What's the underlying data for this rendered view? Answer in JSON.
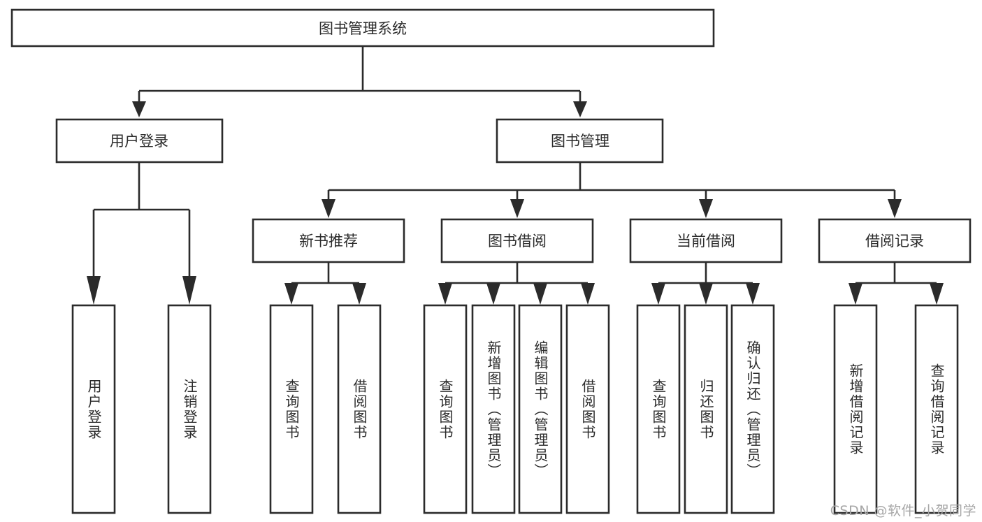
{
  "diagram": {
    "type": "tree",
    "title": "图书管理系统",
    "root": {
      "id": "root",
      "label": "图书管理系统",
      "orientation": "horizontal"
    },
    "nodes": {
      "root": "图书管理系统",
      "user_login": "用户登录",
      "book_mgmt": "图书管理",
      "new_book_rec": "新书推荐",
      "book_borrow": "图书借阅",
      "current_borrow": "当前借阅",
      "borrow_record": "借阅记录",
      "leaf_user_login": "用户登录",
      "leaf_user_logout": "注销登录",
      "leaf_query_book_1": "查询图书",
      "leaf_borrow_book_1": "借阅图书",
      "leaf_query_book_2": "查询图书",
      "leaf_add_book": "新增图书（管理员）",
      "leaf_edit_book": "编辑图书（管理员）",
      "leaf_borrow_book_2": "借阅图书",
      "leaf_query_book_3": "查询图书",
      "leaf_return_book": "归还图书",
      "leaf_confirm_return": "确认归还（管理员）",
      "leaf_add_record": "新增借阅记录",
      "leaf_query_record": "查询借阅记录"
    },
    "levels": [
      {
        "level": 1,
        "items": [
          {
            "key": "root",
            "label": "图书管理系统"
          }
        ]
      },
      {
        "level": 2,
        "items": [
          {
            "key": "user_login",
            "label": "用户登录"
          },
          {
            "key": "book_mgmt",
            "label": "图书管理"
          }
        ]
      },
      {
        "level": 3,
        "items": [
          {
            "key": "new_book_rec",
            "label": "新书推荐"
          },
          {
            "key": "book_borrow",
            "label": "图书借阅"
          },
          {
            "key": "current_borrow",
            "label": "当前借阅"
          },
          {
            "key": "borrow_record",
            "label": "借阅记录"
          }
        ]
      },
      {
        "level": 4,
        "items": [
          {
            "key": "leaf_user_login",
            "label": "用户登录",
            "parent": "user_login"
          },
          {
            "key": "leaf_user_logout",
            "label": "注销登录",
            "parent": "user_login"
          },
          {
            "key": "leaf_query_book_1",
            "label": "查询图书",
            "parent": "new_book_rec"
          },
          {
            "key": "leaf_borrow_book_1",
            "label": "借阅图书",
            "parent": "new_book_rec"
          },
          {
            "key": "leaf_query_book_2",
            "label": "查询图书",
            "parent": "book_borrow"
          },
          {
            "key": "leaf_add_book",
            "label": "新增图书（管理员）",
            "parent": "book_borrow"
          },
          {
            "key": "leaf_edit_book",
            "label": "编辑图书（管理员）",
            "parent": "book_borrow"
          },
          {
            "key": "leaf_borrow_book_2",
            "label": "借阅图书",
            "parent": "book_borrow"
          },
          {
            "key": "leaf_query_book_3",
            "label": "查询图书",
            "parent": "current_borrow"
          },
          {
            "key": "leaf_return_book",
            "label": "归还图书",
            "parent": "current_borrow"
          },
          {
            "key": "leaf_confirm_return",
            "label": "确认归还（管理员）",
            "parent": "current_borrow"
          },
          {
            "key": "leaf_add_record",
            "label": "新增借阅记录",
            "parent": "borrow_record"
          },
          {
            "key": "leaf_query_record",
            "label": "查询借阅记录",
            "parent": "borrow_record"
          }
        ]
      }
    ],
    "colors": {
      "background": "#ffffff",
      "box_fill": "#ffffff",
      "box_stroke": "#2b2b2b",
      "text": "#2b2b2b",
      "watermark": "#a6a6a6"
    }
  },
  "watermark": {
    "text": "CSDN @软件_小贺同学"
  }
}
